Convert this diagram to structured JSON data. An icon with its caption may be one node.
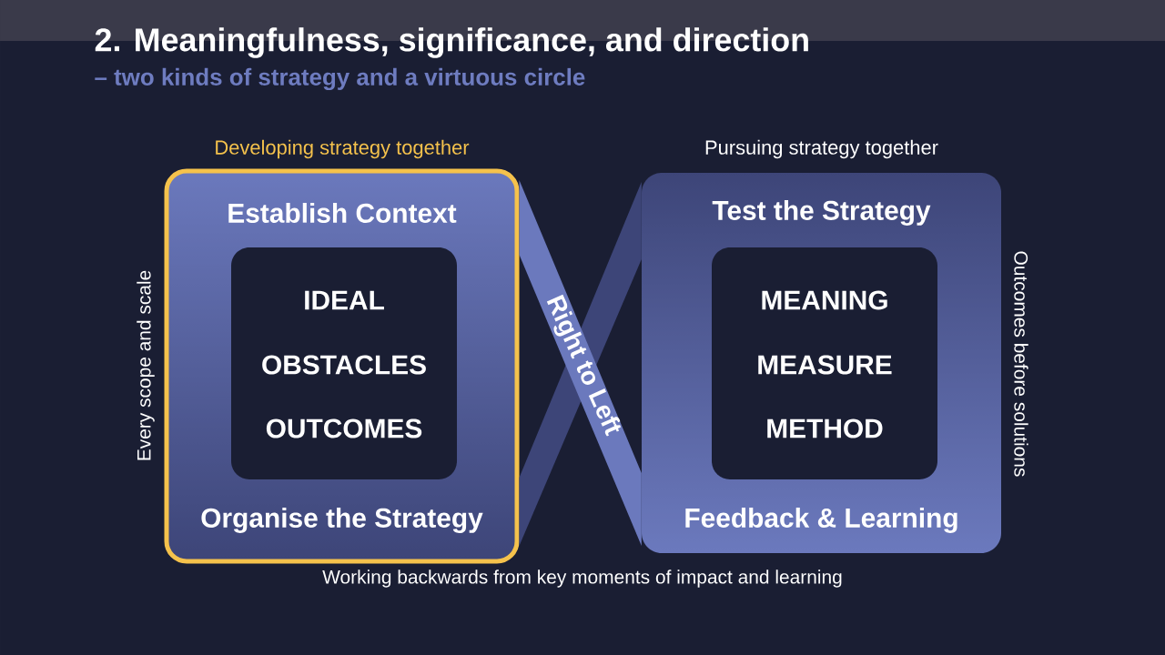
{
  "diagram": {
    "title": "2. Meaningfulness, significance, and direction",
    "caption": "– two kinds of strategy and a virtuous circle",
    "nodes": [
      {
        "text": [
          "Developing strategy together",
          "Establish Context",
          "Organise the Strategy"
        ]
      },
      {
        "text": [
          "IDEAL",
          "OBSTACLES",
          "OUTCOMES"
        ],
        "in": 0
      },
      {
        "text": [
          "Pursuing strategy together",
          "Test the Strategy",
          "Feedback & Learning"
        ]
      },
      {
        "text": [
          "MEANING",
          "MEASURE",
          "METHOD"
        ],
        "in": 2
      }
    ],
    "edges": [
      {
        "from": 0,
        "to": 2,
        "arrow": "none",
        "color": "#3d4578"
      },
      {
        "from": 0,
        "to": 2,
        "arrow": "none",
        "color": "#6b79bd",
        "label": "Right to Left"
      }
    ],
    "labels": [
      "Every scope and scale",
      "Outcomes before solutions",
      "Working backwards from key moments of impact and learning"
    ]
  }
}
